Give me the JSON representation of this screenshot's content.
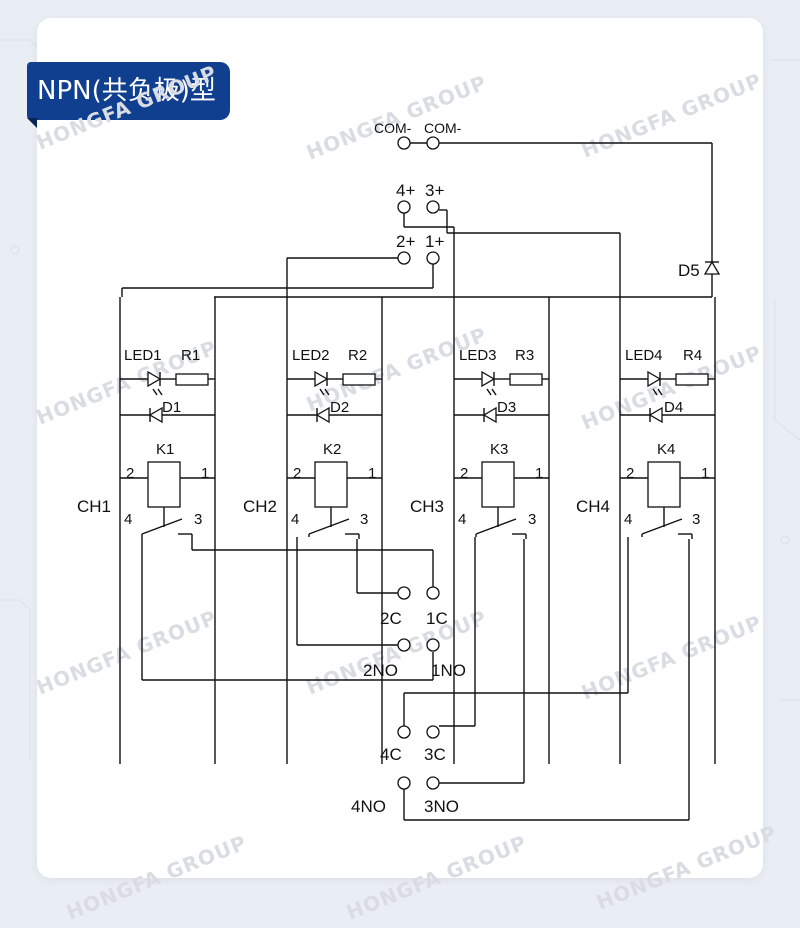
{
  "header": {
    "title": "NPN(共负极)型"
  },
  "watermark": {
    "text": "HONGFA GROUP"
  },
  "terminals": {
    "com_left": "COM-",
    "com_right": "COM-",
    "plus4": "4+",
    "plus3": "3+",
    "plus2": "2+",
    "plus1": "1+",
    "c1": "1C",
    "c2": "2C",
    "no1": "1NO",
    "no2": "2NO",
    "c3": "3C",
    "c4": "4C",
    "no3": "3NO",
    "no4": "4NO"
  },
  "channels": [
    {
      "name": "CH1",
      "led": "LED1",
      "resistor": "R1",
      "diode": "D1",
      "relay": "K1"
    },
    {
      "name": "CH2",
      "led": "LED2",
      "resistor": "R2",
      "diode": "D2",
      "relay": "K2"
    },
    {
      "name": "CH3",
      "led": "LED3",
      "resistor": "R3",
      "diode": "D3",
      "relay": "K3"
    },
    {
      "name": "CH4",
      "led": "LED4",
      "resistor": "R4",
      "diode": "D4",
      "relay": "K4"
    }
  ],
  "pins": {
    "coil_left": "2",
    "coil_right": "1",
    "contact_common": "4",
    "contact_no": "3"
  },
  "diode_common": "D5",
  "colors": {
    "header_bg": "#103f90",
    "line": "#111111",
    "watermark": "#d9dde3"
  }
}
